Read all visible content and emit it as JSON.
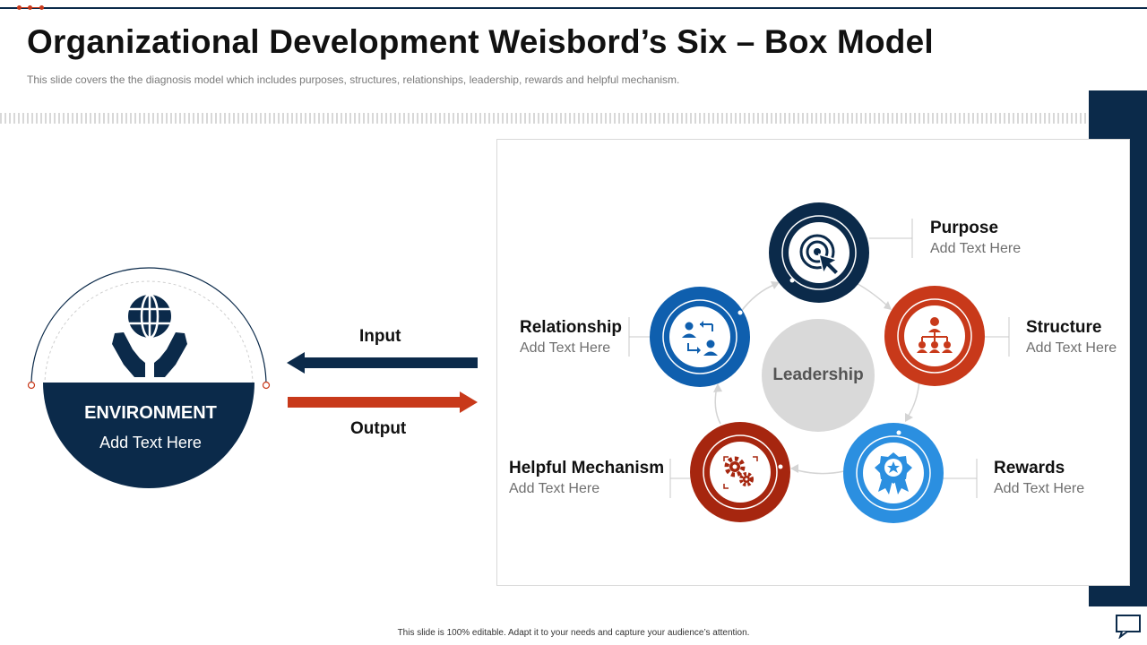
{
  "header": {
    "title": "Organizational Development Weisbord’s Six – Box Model",
    "subtitle": "This slide covers the the diagnosis model which includes purposes, structures, relationships, leadership, rewards and helpful mechanism."
  },
  "environment": {
    "title": "ENVIRONMENT",
    "text": "Add Text Here",
    "icon": "globe-hands-icon"
  },
  "flow": {
    "input_label": "Input",
    "output_label": "Output"
  },
  "model": {
    "center": "Leadership",
    "boxes": [
      {
        "label": "Purpose",
        "text": "Add Text Here",
        "icon": "target-icon",
        "color": "#0b2a4a"
      },
      {
        "label": "Structure",
        "text": "Add Text Here",
        "icon": "org-chart-icon",
        "color": "#c8391a"
      },
      {
        "label": "Rewards",
        "text": "Add Text Here",
        "icon": "award-icon",
        "color": "#2b8fe0"
      },
      {
        "label": "Helpful Mechanism",
        "text": "Add Text Here",
        "icon": "gears-icon",
        "color": "#a6260f"
      },
      {
        "label": "Relationship",
        "text": "Add Text Here",
        "icon": "people-exchange-icon",
        "color": "#0f5fae"
      }
    ]
  },
  "footer": {
    "text": "This slide is 100% editable. Adapt it to your needs and capture your audience’s attention."
  },
  "colors": {
    "navy": "#0b2a4a",
    "orange": "#c8391a",
    "gray": "#d9d9d9"
  }
}
